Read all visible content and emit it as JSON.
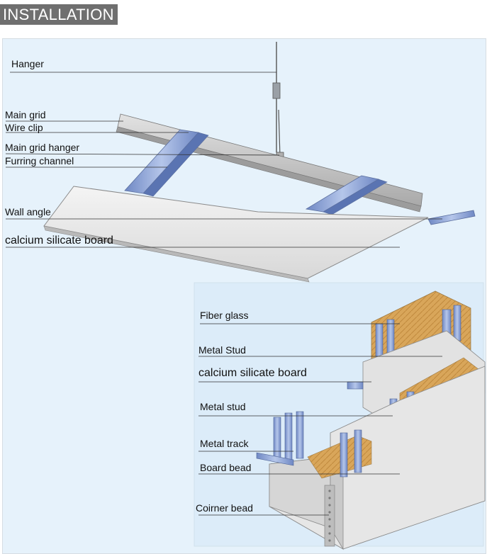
{
  "header": {
    "title": "INSTALLATION"
  },
  "ceiling_labels": {
    "hanger": "Hanger",
    "main_grid": "Main grid",
    "wire_clip": "Wire clip",
    "main_grid_hanger": "Main grid hanger",
    "furring_channel": "Furring channel",
    "wall_angle": "Wall angle",
    "calcium_silicate_board": "calcium silicate board"
  },
  "wall_labels": {
    "fiber_glass": "Fiber glass",
    "metal_stud_upper": "Metal Stud",
    "calcium_silicate_board": "calcium silicate board",
    "metal_stud_lower": "Metal stud",
    "metal_track": "Metal track",
    "board_bead": "Board bead",
    "corner_bead": "Coirner bead"
  },
  "colors": {
    "title_bg": "#6f6f6f",
    "panel_bg": "#e6f2fb",
    "board": "#e9e9e9",
    "stud": "#8fa6d4",
    "grid": "#c9c9c9",
    "insulation": "#d9a65a"
  }
}
